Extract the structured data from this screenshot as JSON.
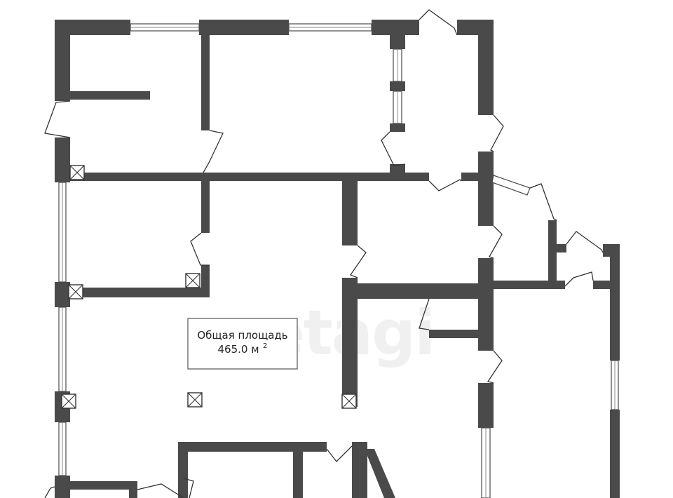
{
  "area_label": {
    "line1": "Общая площадь",
    "value": "465.0 м",
    "sup": "2"
  },
  "watermark": "etagi",
  "colors": {
    "wall": "#4a4a4a",
    "background": "#ffffff"
  }
}
